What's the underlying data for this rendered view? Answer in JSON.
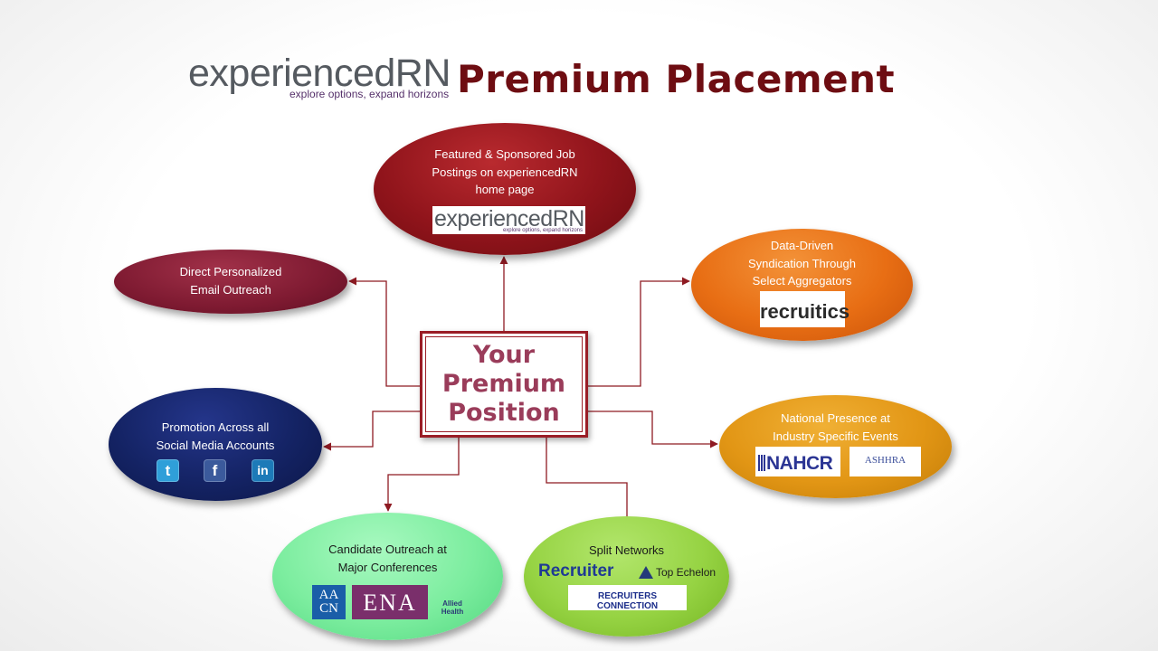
{
  "header": {
    "logo_text": "experiencedRN",
    "logo_tagline": "explore options, expand horizons",
    "title": "Premium Placement"
  },
  "center": {
    "lines": [
      "Your",
      "Premium",
      "Position"
    ]
  },
  "nodes": {
    "featured": {
      "label": "Featured & Sponsored Job\nPostings on experiencedRN\nhome page",
      "logo_text": "experiencedRN",
      "logo_tagline": "explore options, expand horizons",
      "color": "#90141b"
    },
    "email": {
      "label": "Direct Personalized\nEmail Outreach",
      "color": "#7e1a31"
    },
    "data_driven": {
      "label": "Data-Driven\nSyndication Through\nSelect Aggregators",
      "logo_text": "recruitics",
      "color": "#e86e14"
    },
    "social": {
      "label": "Promotion  Across all\nSocial Media Accounts",
      "icons": [
        "twitter-icon",
        "facebook-icon",
        "linkedin-icon"
      ],
      "color": "#142364"
    },
    "national": {
      "label": "National Presence at\nIndustry Specific Events",
      "logos": [
        "NAHCR",
        "ASHHRA"
      ],
      "color": "#e29615"
    },
    "candidate": {
      "label": "Candidate Outreach at\nMajor Conferences",
      "logos": [
        "AA\nCN",
        "ENA",
        "Allied Health"
      ],
      "color": "#7ced9f"
    },
    "split": {
      "label": "Split Networks",
      "logos": [
        "Recruiter",
        "Top Echelon",
        "RECRUITERS CONNECTION"
      ],
      "color": "#96d343"
    }
  },
  "colors": {
    "connector": "#8e1a22",
    "title": "#6e0d12",
    "center_border": "#9a1d26"
  }
}
